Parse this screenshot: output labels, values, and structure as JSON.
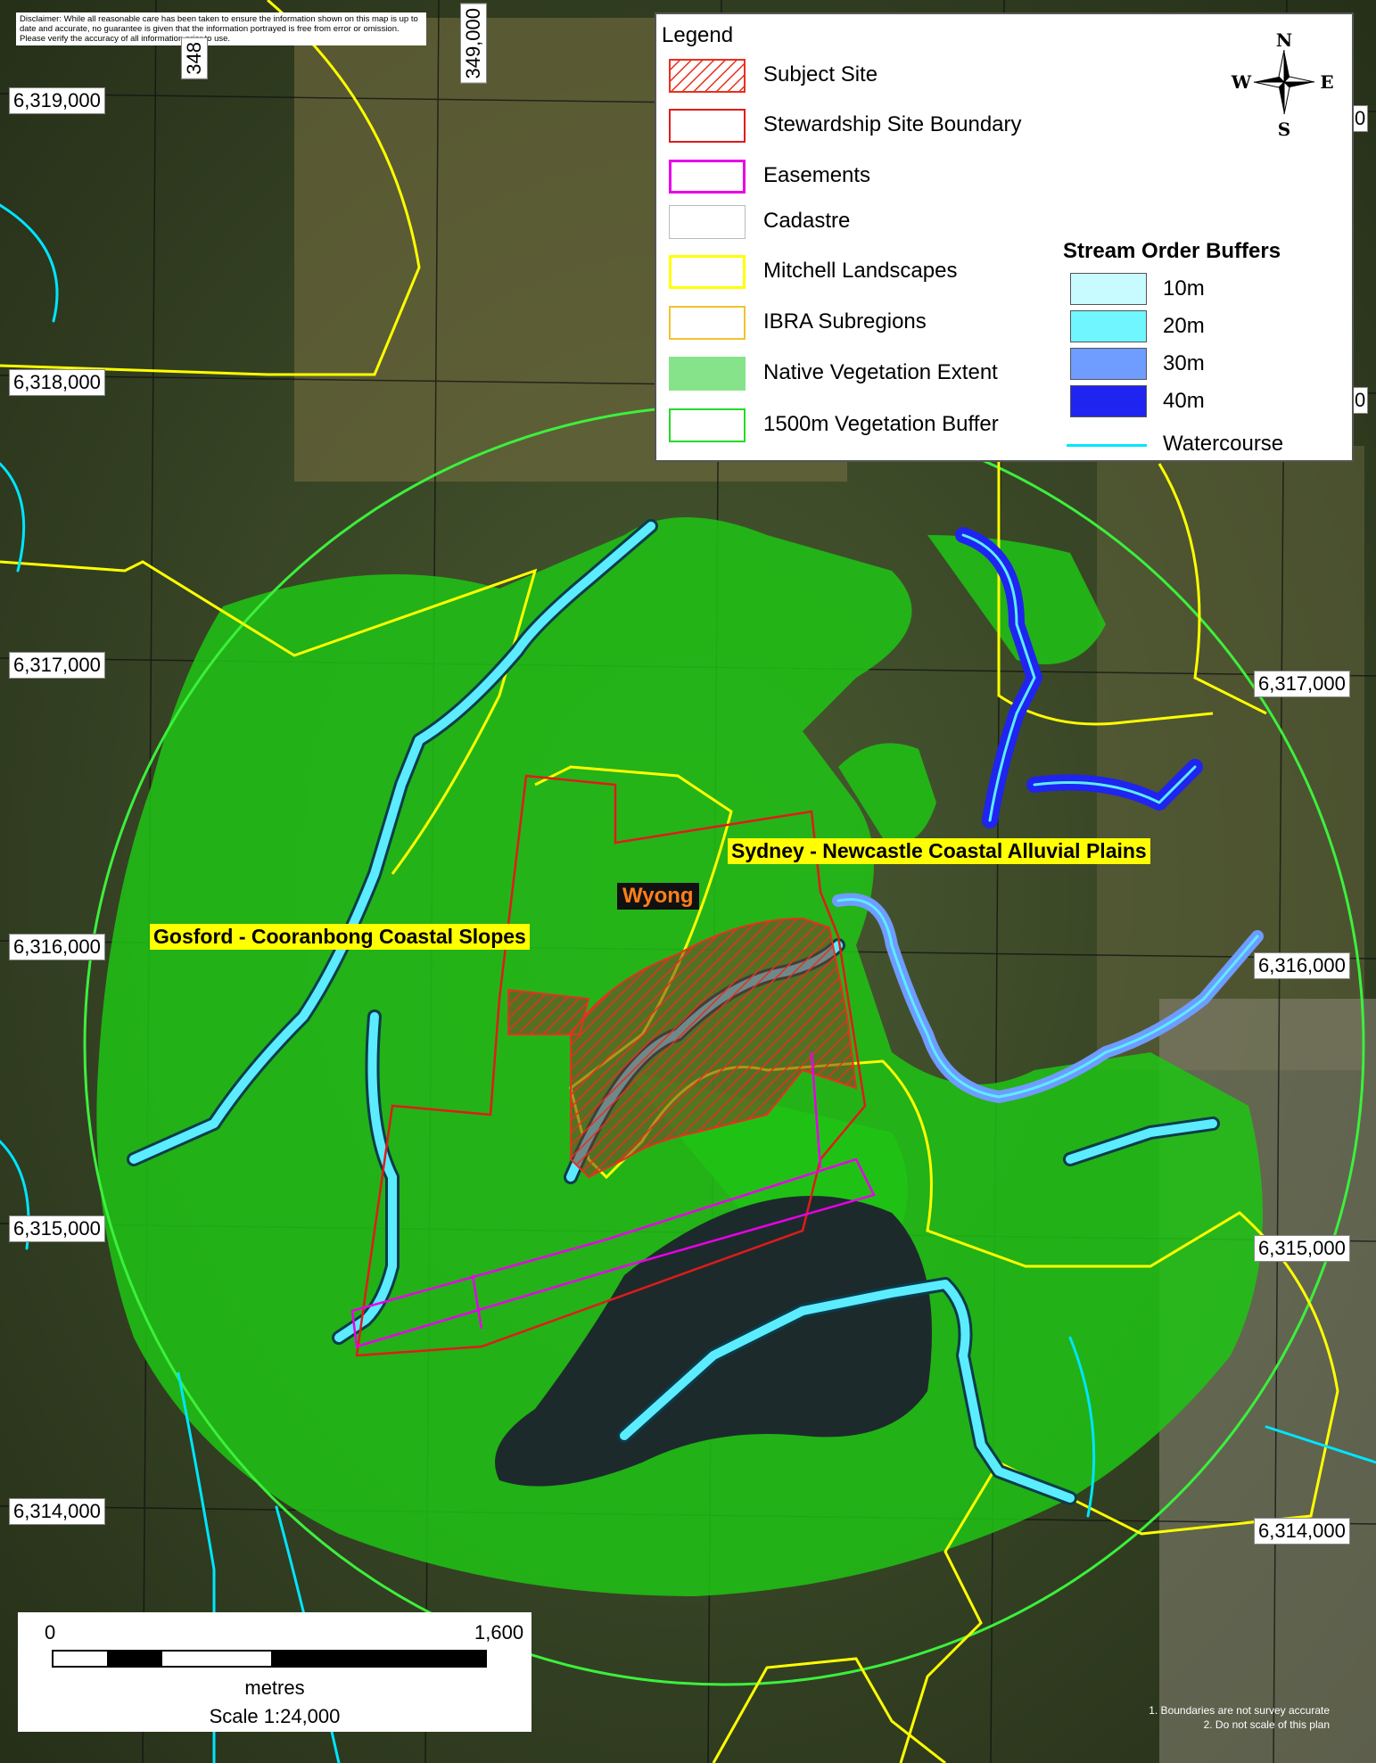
{
  "disclaimer": "Disclaimer: While all reasonable care has been taken to ensure the information shown on this map is up to date and accurate, no guarantee is given that the information portrayed is free from error or omission. Please verify the accuracy of all information prior to use.",
  "grid": {
    "northings_left": [
      "6,319,000",
      "6,318,000",
      "6,317,000",
      "6,316,000",
      "6,315,000",
      "6,314,000"
    ],
    "northings_right": [
      "6,317,000",
      "6,316,000",
      "6,315,000",
      "6,314,000"
    ],
    "eastings": [
      "348",
      "349,000"
    ],
    "edge_fragments": [
      "0",
      "0"
    ]
  },
  "labels": {
    "gosford": "Gosford - Cooranbong Coastal Slopes",
    "sydney": "Sydney - Newcastle Coastal Alluvial Plains",
    "wyong": "Wyong"
  },
  "legend": {
    "title": "Legend",
    "items": [
      {
        "label": "Subject Site",
        "style": "hatch",
        "color": "#e8301e"
      },
      {
        "label": "Stewardship Site Boundary",
        "style": "outline",
        "color": "#e01b1b"
      },
      {
        "label": "Easements",
        "style": "outline",
        "color": "#e800e8"
      },
      {
        "label": "Cadastre",
        "style": "outline",
        "color": "#cfcfcf"
      },
      {
        "label": "Mitchell Landscapes",
        "style": "outline",
        "color": "#ffff00"
      },
      {
        "label": "IBRA Subregions",
        "style": "outline",
        "color": "#f2c230"
      },
      {
        "label": "Native Vegetation Extent",
        "style": "fill",
        "color": "#86e38a"
      },
      {
        "label": "1500m Vegetation Buffer",
        "style": "outline",
        "color": "#26d926"
      }
    ],
    "stream_title": "Stream Order Buffers",
    "streams": [
      {
        "label": "10m",
        "color": "#c8fbff"
      },
      {
        "label": "20m",
        "color": "#6ff6ff"
      },
      {
        "label": "30m",
        "color": "#6f9cff"
      },
      {
        "label": "40m",
        "color": "#1f24f0"
      }
    ],
    "watercourse": {
      "label": "Watercourse",
      "color": "#00e5ff"
    }
  },
  "compass": {
    "n": "N",
    "s": "S",
    "e": "E",
    "w": "W"
  },
  "scale": {
    "start": "0",
    "end": "1,600",
    "units": "metres",
    "ratio": "Scale 1:24,000"
  },
  "notes": [
    "1. Boundaries are not survey accurate",
    "2. Do not scale of this plan"
  ],
  "colors": {
    "vegetation": "#1fc414",
    "buffer_ring": "#3cf03c",
    "stream": "#5cecff",
    "stream_outline": "#0a3c4a",
    "boundary": "#e01b1b",
    "easement": "#e800e8",
    "mitchell": "#ffff00",
    "ibra": "#f2c230",
    "water": "#1d2a2c"
  }
}
